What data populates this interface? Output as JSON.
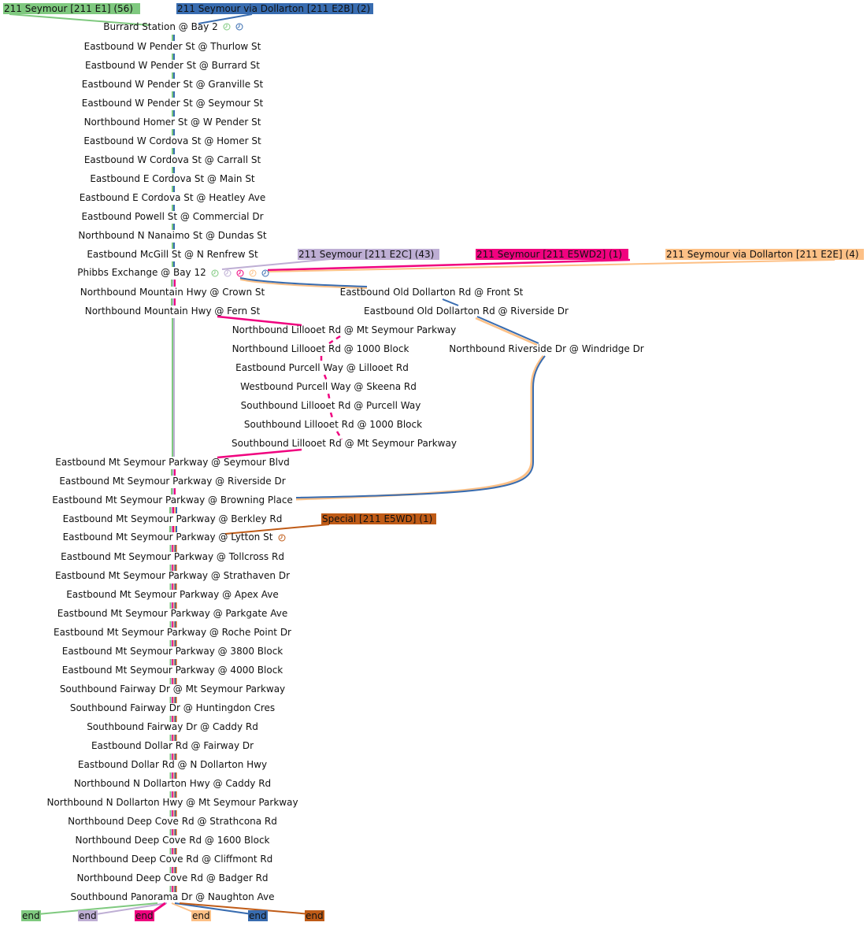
{
  "colors": {
    "e1": "#7fc97f",
    "e2c": "#beaed4",
    "e5wd2": "#f0027f",
    "e2e": "#fdc086",
    "e2b": "#386cb0",
    "e5wd": "#bf5b17"
  },
  "variants": [
    {
      "key": "e1",
      "label": "211 Seymour [211 E1] (56)"
    },
    {
      "key": "e2b",
      "label": "211 Seymour via Dollarton [211 E2B] (2)"
    },
    {
      "key": "e2c",
      "label": "211 Seymour [211 E2C] (43)"
    },
    {
      "key": "e5wd2",
      "label": "211 Seymour [211 E5WD2] (1)"
    },
    {
      "key": "e2e",
      "label": "211 Seymour via Dollarton [211 E2E] (4)"
    },
    {
      "key": "e5wd",
      "label": "Special [211 E5WD] (1)"
    }
  ],
  "stops": [
    "Burrard Station @ Bay 2",
    "Eastbound W Pender St @ Thurlow St",
    "Eastbound W Pender St @ Burrard St",
    "Eastbound W Pender St @ Granville St",
    "Eastbound W Pender St @ Seymour St",
    "Northbound Homer St @ W Pender St",
    "Eastbound W Cordova St @ Homer St",
    "Eastbound W Cordova St @ Carrall St",
    "Eastbound E Cordova St @ Main St",
    "Eastbound E Cordova St @ Heatley Ave",
    "Eastbound Powell St @ Commercial Dr",
    "Northbound N Nanaimo St @ Dundas St",
    "Eastbound McGill St @ N Renfrew St",
    "Phibbs Exchange @ Bay 12",
    "Northbound Mountain Hwy @ Crown St",
    "Northbound Mountain Hwy @ Fern St",
    "Eastbound Old Dollarton Rd @ Front St",
    "Eastbound Old Dollarton Rd @ Riverside Dr",
    "Northbound Lillooet Rd @ Mt Seymour Parkway",
    "Northbound Lillooet Rd @ 1000 Block",
    "Northbound Riverside Dr @ Windridge Dr",
    "Eastbound Purcell Way @ Lillooet Rd",
    "Westbound Purcell Way @ Skeena Rd",
    "Southbound Lillooet Rd @ Purcell Way",
    "Southbound Lillooet Rd @ 1000 Block",
    "Southbound Lillooet Rd @ Mt Seymour Parkway",
    "Eastbound Mt Seymour Parkway @ Seymour Blvd",
    "Eastbound Mt Seymour Parkway @ Riverside Dr",
    "Eastbound Mt Seymour Parkway @ Browning Place",
    "Eastbound Mt Seymour Parkway @ Berkley Rd",
    "Eastbound Mt Seymour Parkway @ Lytton St",
    "Eastbound Mt Seymour Parkway @ Tollcross Rd",
    "Eastbound Mt Seymour Parkway @ Strathaven Dr",
    "Eastbound Mt Seymour Parkway @ Apex Ave",
    "Eastbound Mt Seymour Parkway @ Parkgate Ave",
    "Eastbound Mt Seymour Parkway @ Roche Point Dr",
    "Eastbound Mt Seymour Parkway @ 3800 Block",
    "Eastbound Mt Seymour Parkway @ 4000 Block",
    "Southbound Fairway Dr @ Mt Seymour Parkway",
    "Southbound Fairway Dr @ Huntingdon Cres",
    "Southbound Fairway Dr @ Caddy Rd",
    "Eastbound Dollar Rd @ Fairway Dr",
    "Eastbound Dollar Rd @ N Dollarton Hwy",
    "Northbound N Dollarton Hwy @ Caddy Rd",
    "Northbound N Dollarton Hwy @ Mt Seymour Parkway",
    "Northbound Deep Cove Rd @ Strathcona Rd",
    "Northbound Deep Cove Rd @ 1600 Block",
    "Northbound Deep Cove Rd @ Cliffmont Rd",
    "Northbound Deep Cove Rd @ Badger Rd",
    "Southbound Panorama Dr @ Naughton Ave"
  ],
  "end_label": "end"
}
